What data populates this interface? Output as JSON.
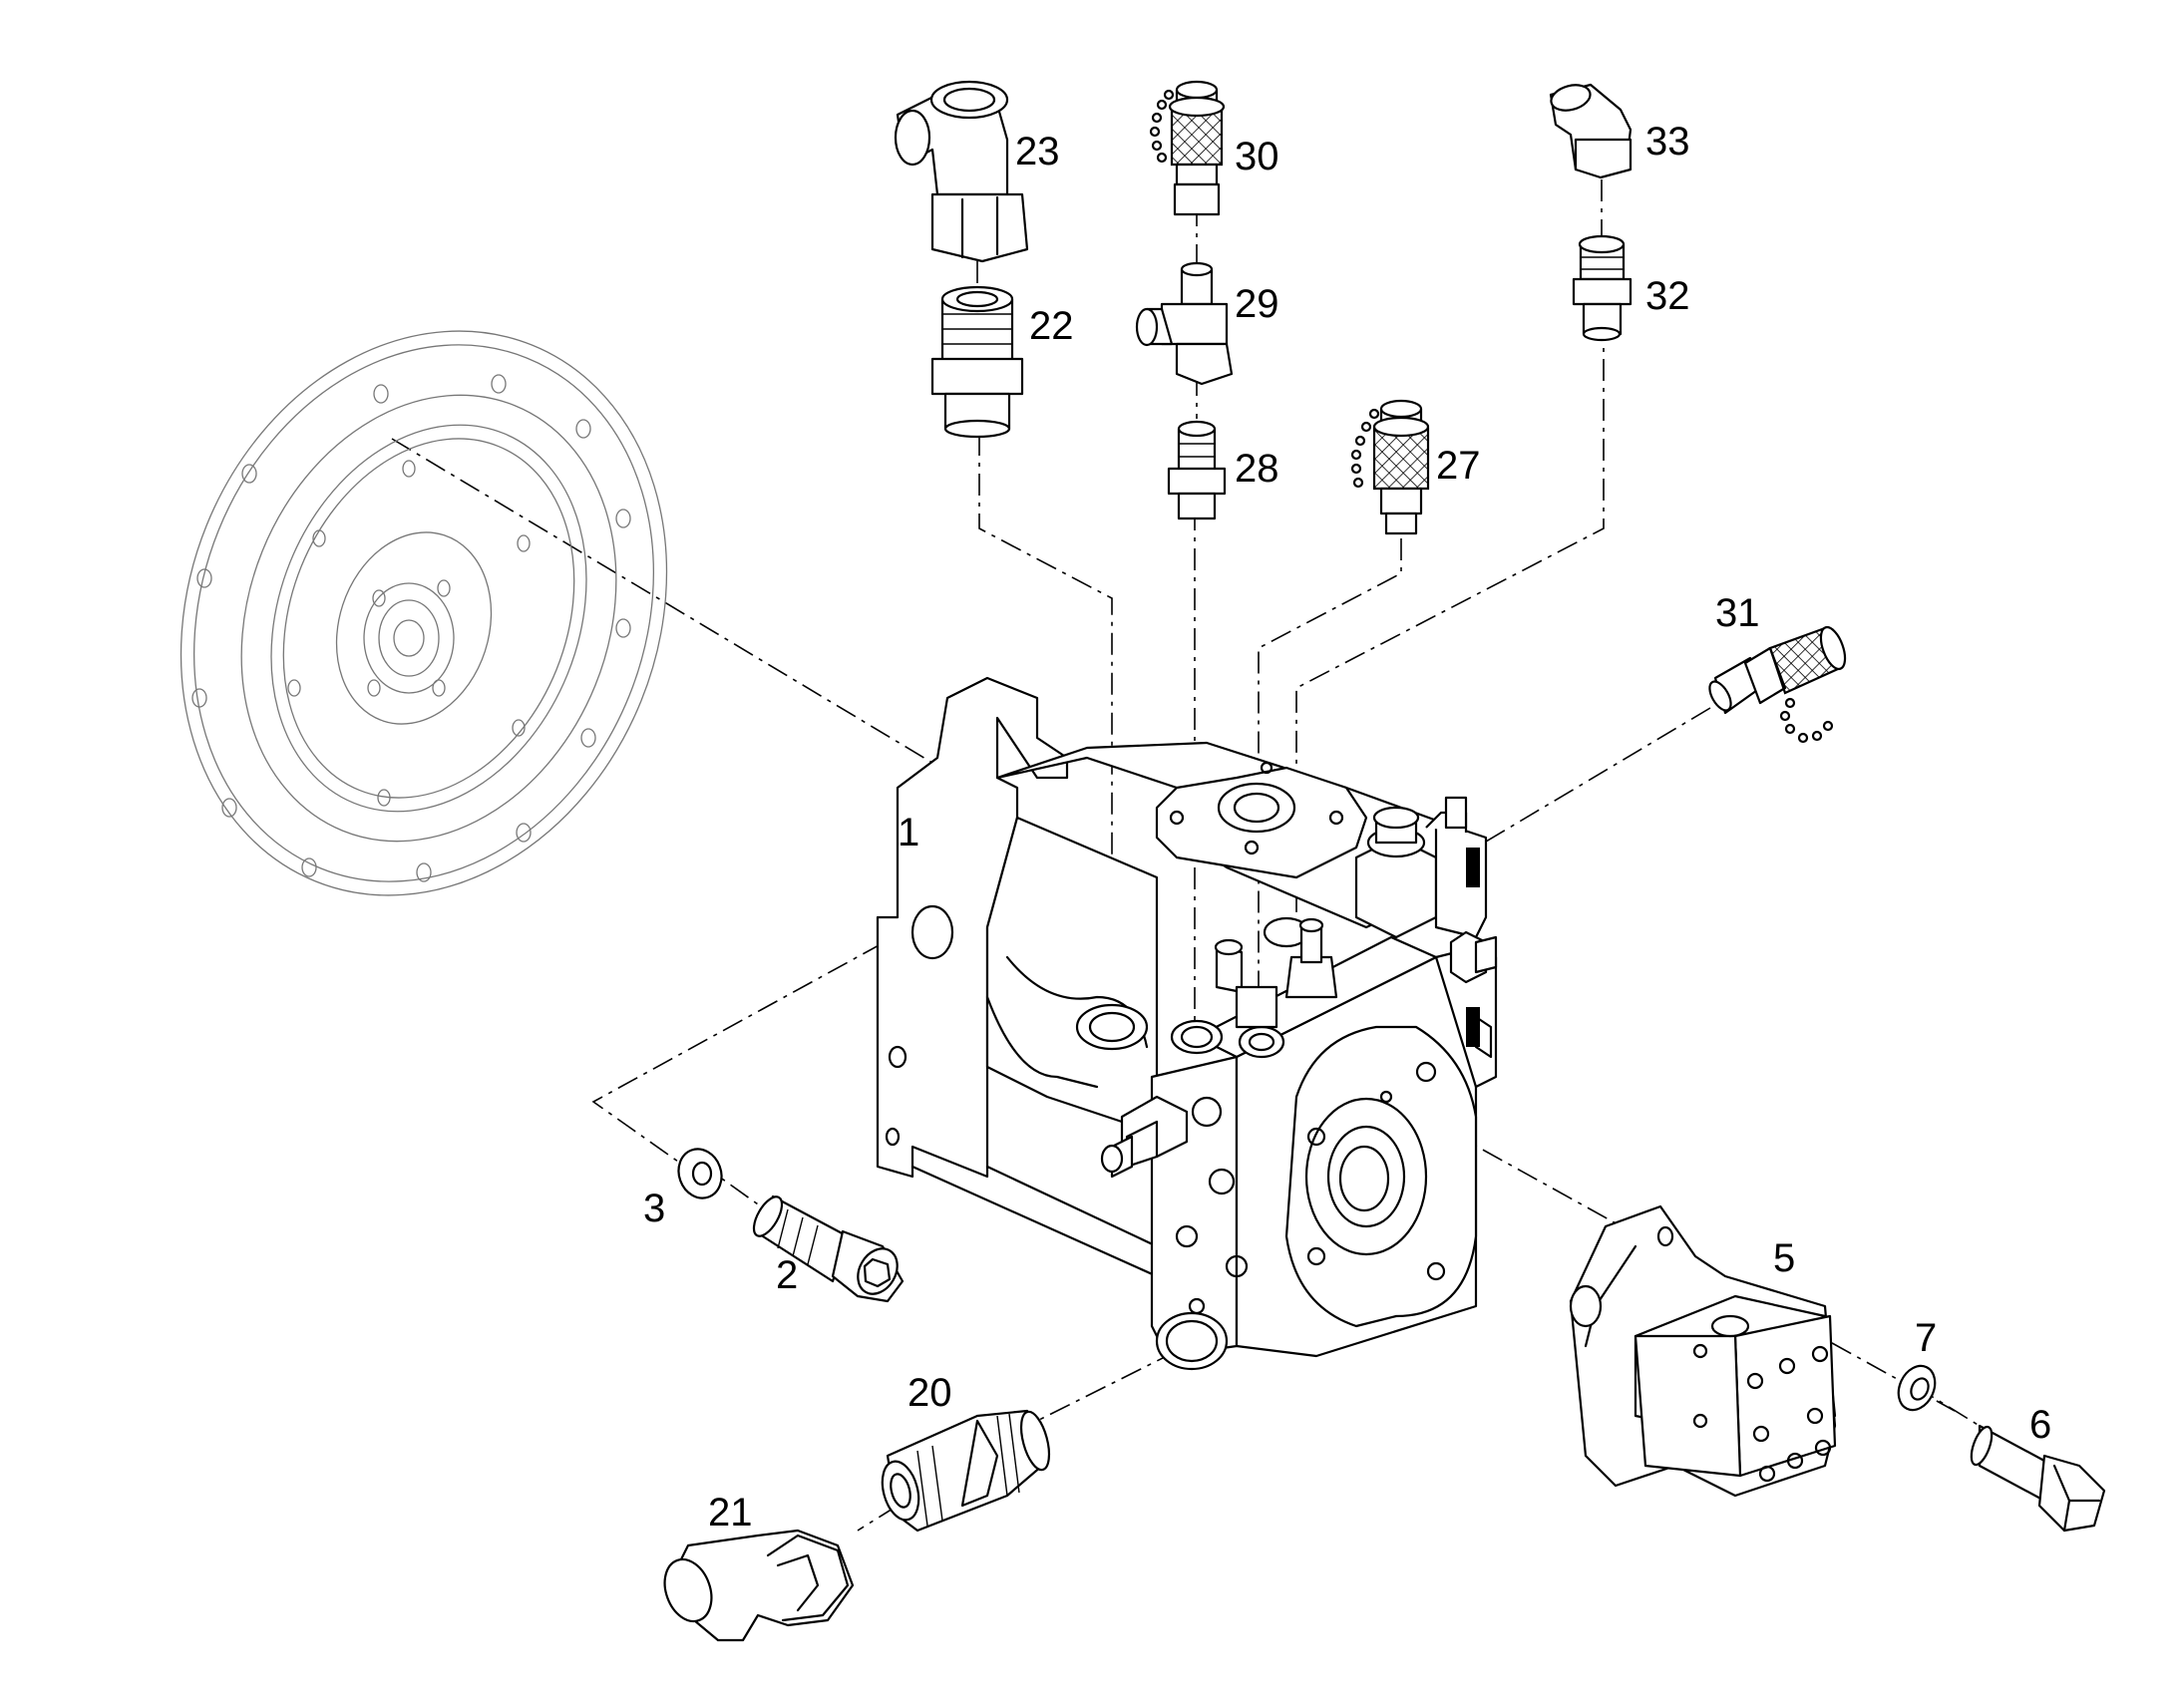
{
  "labels": {
    "l1": "1",
    "l2": "2",
    "l3": "3",
    "l5": "5",
    "l6": "6",
    "l7": "7",
    "l20": "20",
    "l21": "21",
    "l22": "22",
    "l23": "23",
    "l27": "27",
    "l28": "28",
    "l29": "29",
    "l30": "30",
    "l31": "31",
    "l32": "32",
    "l33": "33"
  }
}
